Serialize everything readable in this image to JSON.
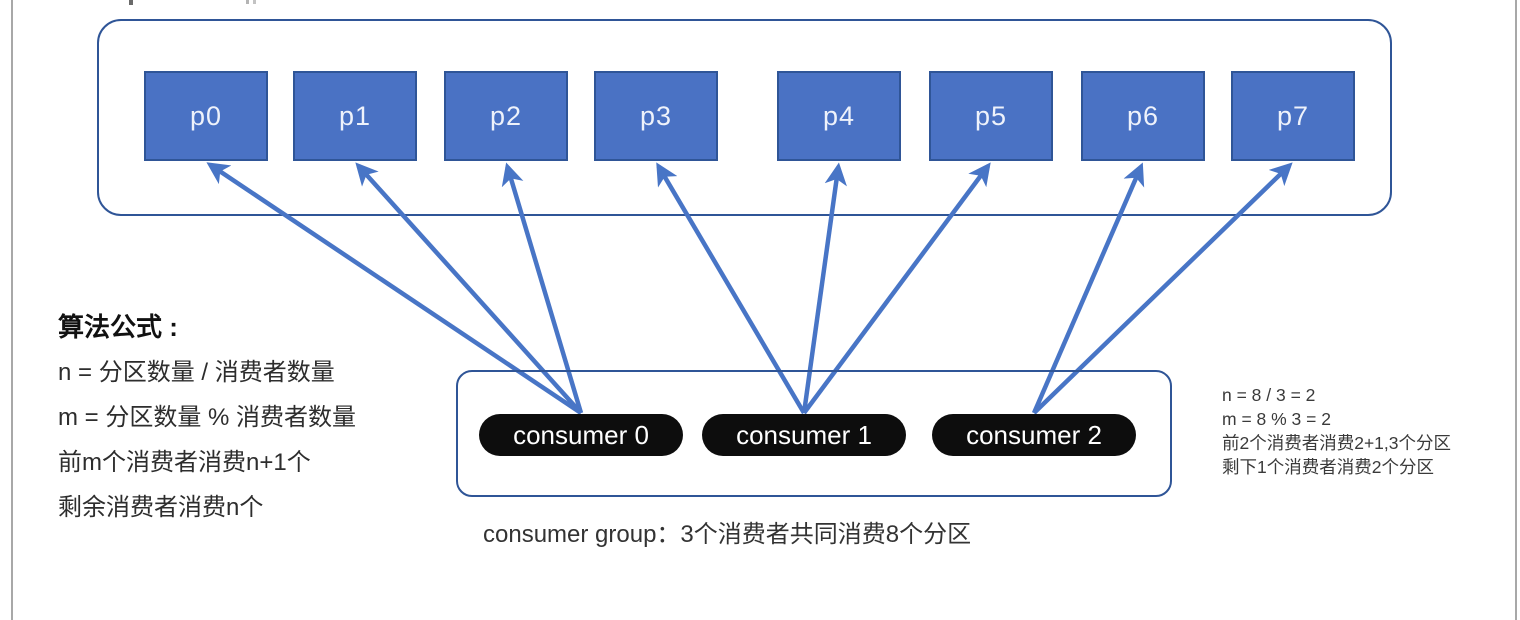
{
  "topic": {
    "partitions": [
      {
        "label": "p0"
      },
      {
        "label": "p1"
      },
      {
        "label": "p2"
      },
      {
        "label": "p3"
      },
      {
        "label": "p4"
      },
      {
        "label": "p5"
      },
      {
        "label": "p6"
      },
      {
        "label": "p7"
      }
    ]
  },
  "consumer_group": {
    "consumers": [
      {
        "label": "consumer 0"
      },
      {
        "label": "consumer 1"
      },
      {
        "label": "consumer 2"
      }
    ],
    "caption": "consumer group：3个消费者共同消费8个分区"
  },
  "assignments": [
    {
      "consumer": 0,
      "partitions": [
        0,
        1,
        2
      ]
    },
    {
      "consumer": 1,
      "partitions": [
        3,
        4,
        5
      ]
    },
    {
      "consumer": 2,
      "partitions": [
        6,
        7
      ]
    }
  ],
  "formula": {
    "title": "算法公式 :",
    "lines": [
      "n = 分区数量 / 消费者数量",
      "m = 分区数量 % 消费者数量",
      "前m个消费者消费n+1个",
      "剩余消费者消费n个"
    ]
  },
  "example": {
    "lines": [
      "n = 8 / 3 = 2",
      "m = 8 % 3 = 2",
      "前2个消费者消费2+1,3个分区",
      "剩下1个消费者消费2个分区"
    ]
  },
  "colors": {
    "partition_fill": "#4a72c4",
    "shape_border": "#2f5597",
    "arrow": "#4875c6",
    "consumer_fill": "#0d0d0d",
    "text": "#2d2d2d",
    "page_edge": "#a8a8a8"
  }
}
